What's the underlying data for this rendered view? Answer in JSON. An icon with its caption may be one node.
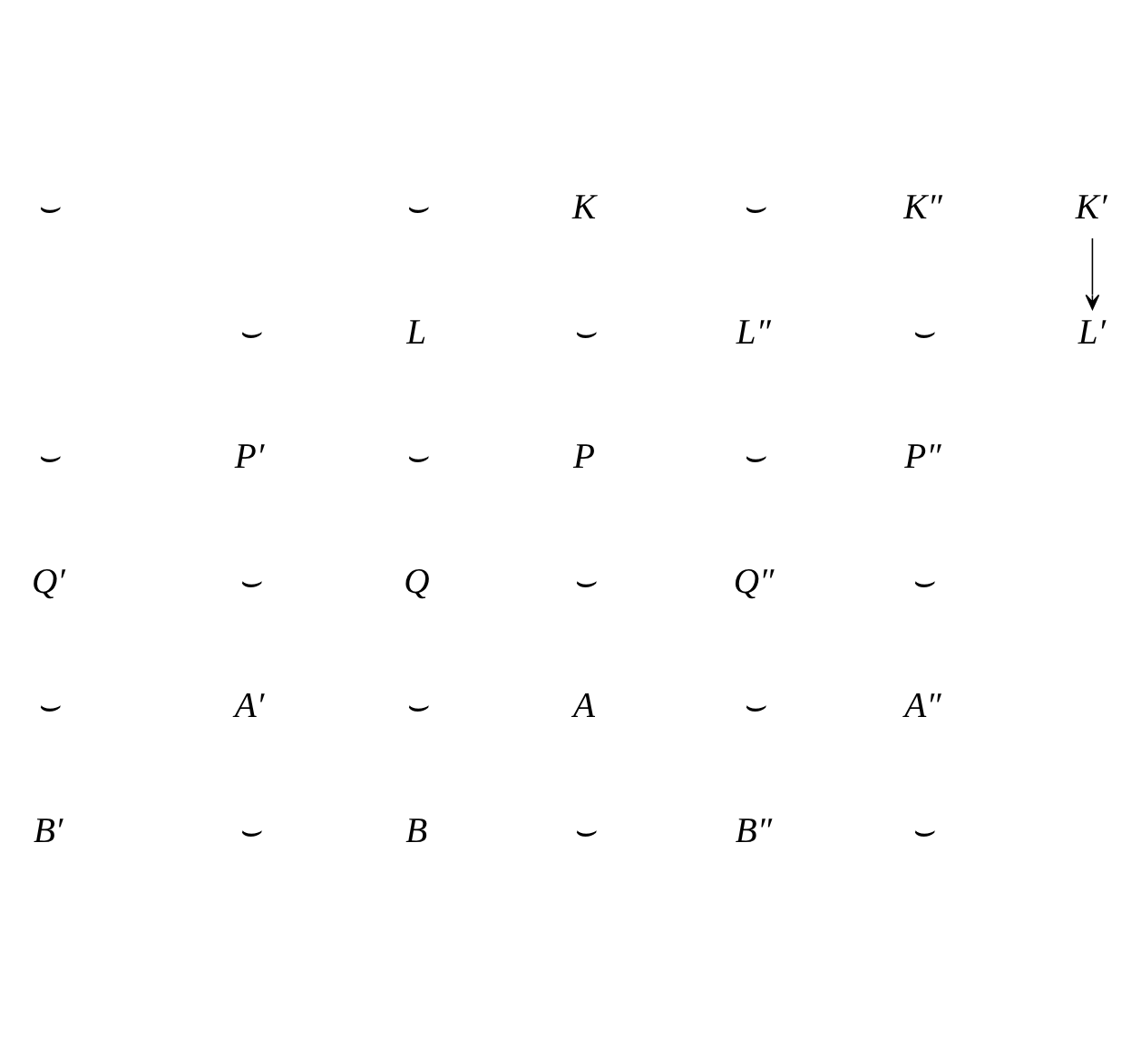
{
  "diagram": {
    "nodes": [
      {
        "text": [
          "K′"
        ]
      },
      {
        "text": [
          "L′"
        ]
      }
    ],
    "edges": [
      {
        "from": 0,
        "to": 1,
        "arrow": "to"
      }
    ],
    "labels": [
      "⌣",
      "⌣",
      "K",
      "⌣",
      "K″",
      "⌣",
      "L",
      "⌣",
      "L″",
      "⌣",
      "⌣",
      "P′",
      "⌣",
      "P",
      "⌣",
      "P″",
      "Q′",
      "⌣",
      "Q",
      "⌣",
      "Q″",
      "⌣",
      "⌣",
      "A′",
      "⌣",
      "A",
      "⌣",
      "A″",
      "B′",
      "⌣",
      "B",
      "⌣",
      "B″",
      "⌣"
    ]
  }
}
